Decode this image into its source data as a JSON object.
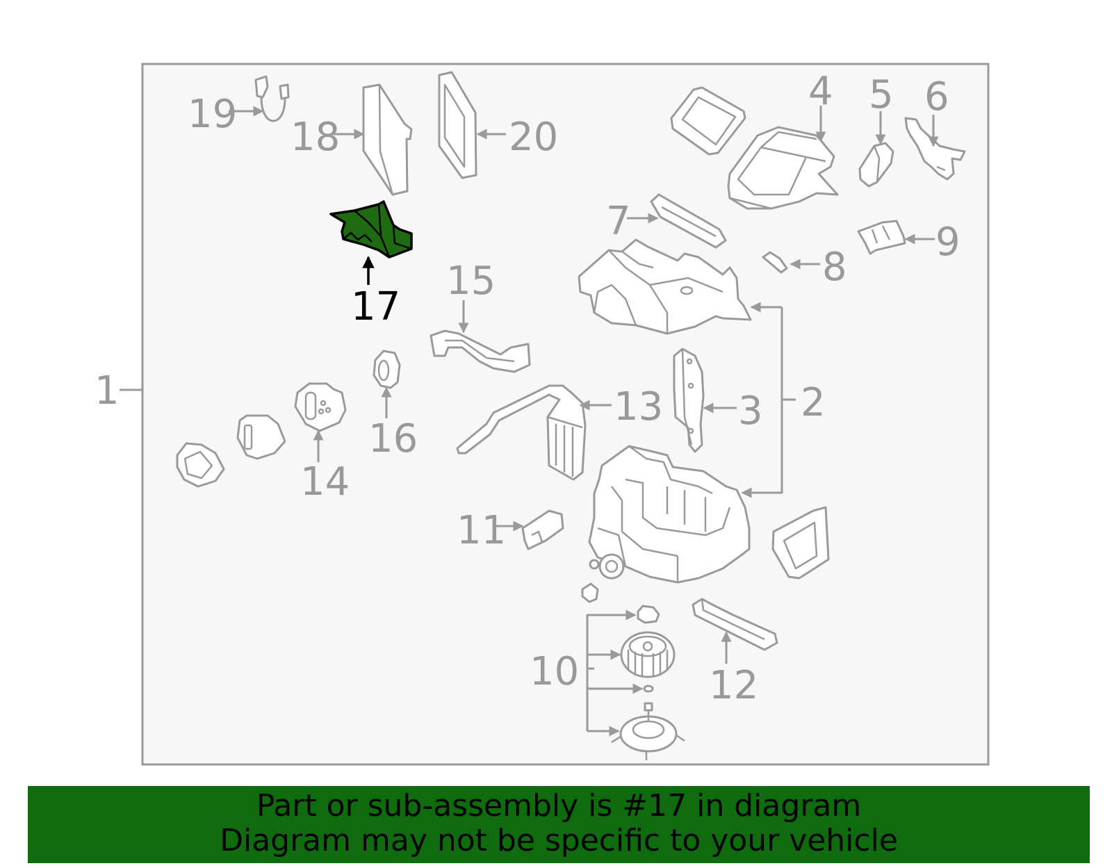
{
  "diagram": {
    "highlight_color": "#1e6b12",
    "callouts": [
      "1",
      "2",
      "3",
      "4",
      "5",
      "6",
      "7",
      "8",
      "9",
      "10",
      "11",
      "12",
      "13",
      "14",
      "15",
      "16",
      "17",
      "18",
      "19",
      "20"
    ],
    "highlighted_callout": "17"
  },
  "banner": {
    "line1": "Part or sub-assembly is #17 in diagram",
    "line2": "Diagram may not be specific to your vehicle",
    "color": "#0e6b0e"
  }
}
